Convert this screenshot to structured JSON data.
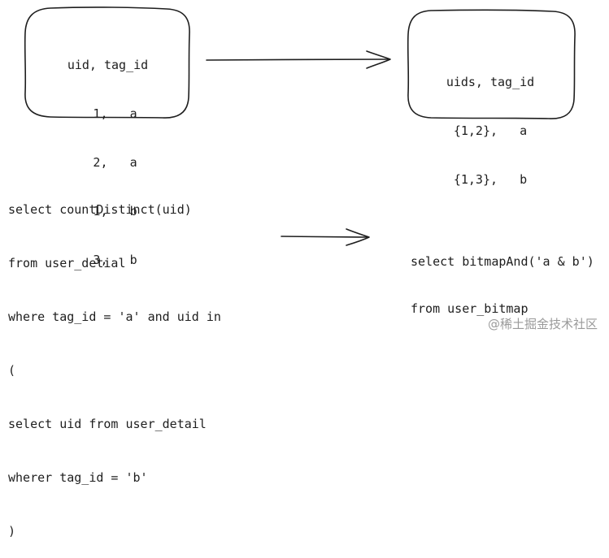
{
  "left_table": {
    "lines": [
      "uid, tag_id",
      "  1,   a",
      "  2,   a",
      "  1,   b",
      "  3,   b"
    ]
  },
  "right_table": {
    "lines": [
      "uids, tag_id",
      "{1,2},   a",
      "{1,3},   b"
    ]
  },
  "left_query": {
    "lines": [
      "select countDistinct(uid)",
      "from user_detial",
      "where tag_id = 'a' and uid in",
      "(",
      "select uid from user_detail",
      "wherer tag_id = 'b'",
      ")"
    ]
  },
  "right_query": {
    "lines": [
      "select bitmapAnd('a & b')",
      "from user_bitmap"
    ]
  },
  "watermark": "@稀土掘金技术社区",
  "colors": {
    "stroke": "#1e1e1e",
    "text": "#1e1e1e",
    "watermark": "#9a9a9a",
    "background": "#ffffff"
  }
}
